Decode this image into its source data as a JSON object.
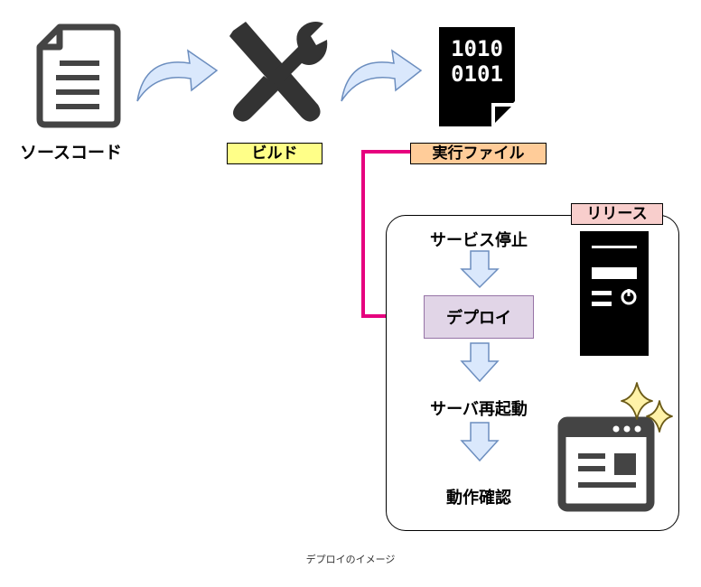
{
  "pipeline": {
    "source_label": "ソースコード",
    "build_label": "ビルド",
    "exec_label": "実行ファイル",
    "binary_line1": "1010",
    "binary_line2": "0101"
  },
  "release": {
    "title": "リリース",
    "steps": [
      "サービス停止",
      "デプロイ",
      "サーバ再起動",
      "動作確認"
    ]
  },
  "colors": {
    "arrow_fill": "#dae8fc",
    "arrow_stroke": "#6c8ebf",
    "build_tag": "#ffff88",
    "exec_tag": "#ffcc99",
    "release_tag": "#f8cecc",
    "deploy_fill": "#e1d5e7",
    "connector": "#e6007e"
  },
  "caption": "デプロイのイメージ"
}
